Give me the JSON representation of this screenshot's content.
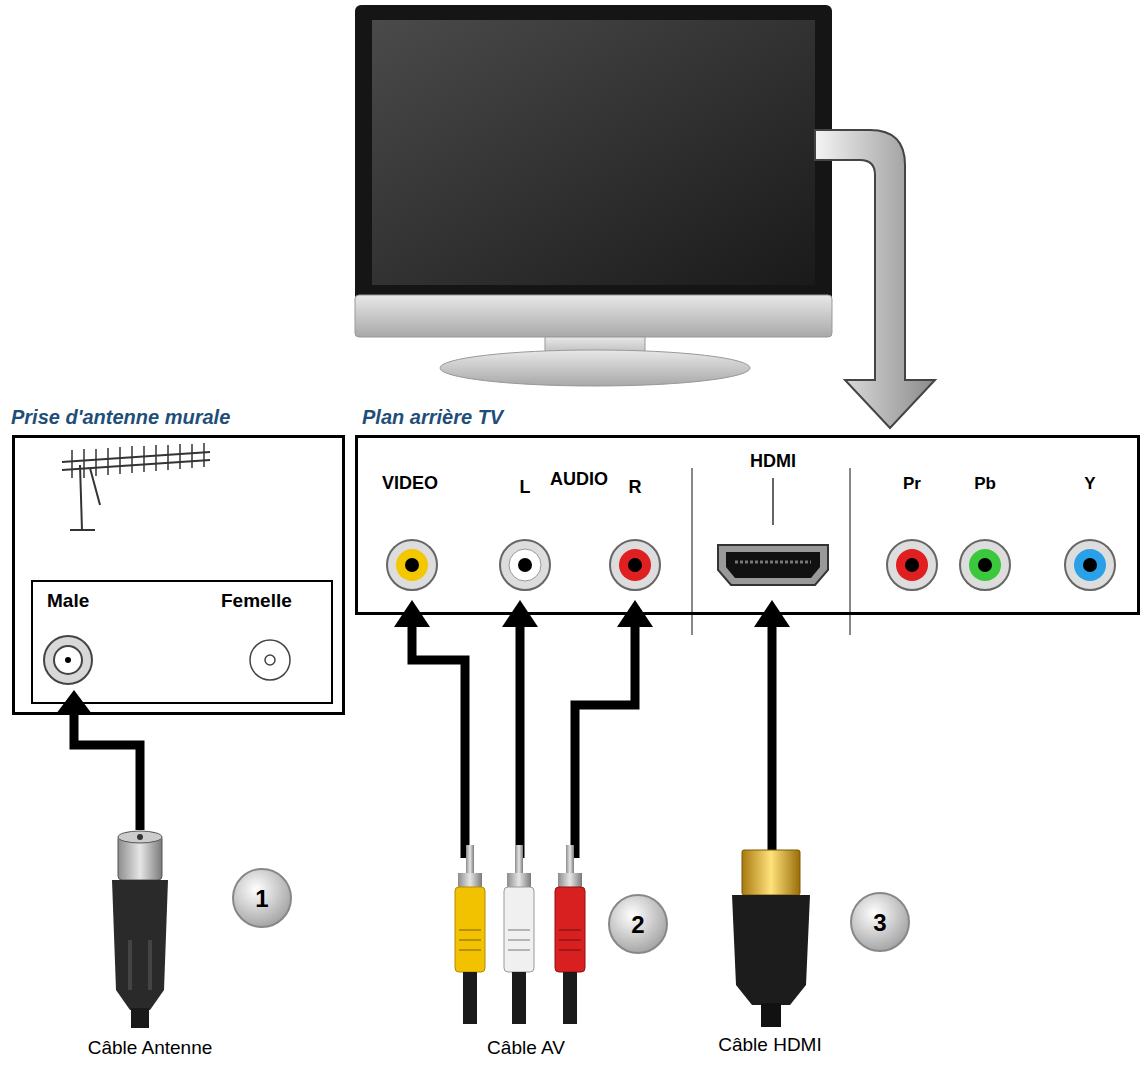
{
  "diagram": {
    "nodes": [
      {
        "text": [
          "Prise d'antenne murale"
        ]
      },
      {
        "text": [
          "Male",
          "Femelle"
        ],
        "in": 0
      },
      {
        "text": [
          "Plan arrière TV"
        ]
      }
    ],
    "labels": [
      "VIDEO",
      "L",
      "AUDIO",
      "R",
      "HDMI",
      "Pr",
      "Pb",
      "Y",
      "1",
      "2",
      "3",
      "Câble Antenne",
      "Câble AV",
      "Câble HDMI"
    ]
  }
}
